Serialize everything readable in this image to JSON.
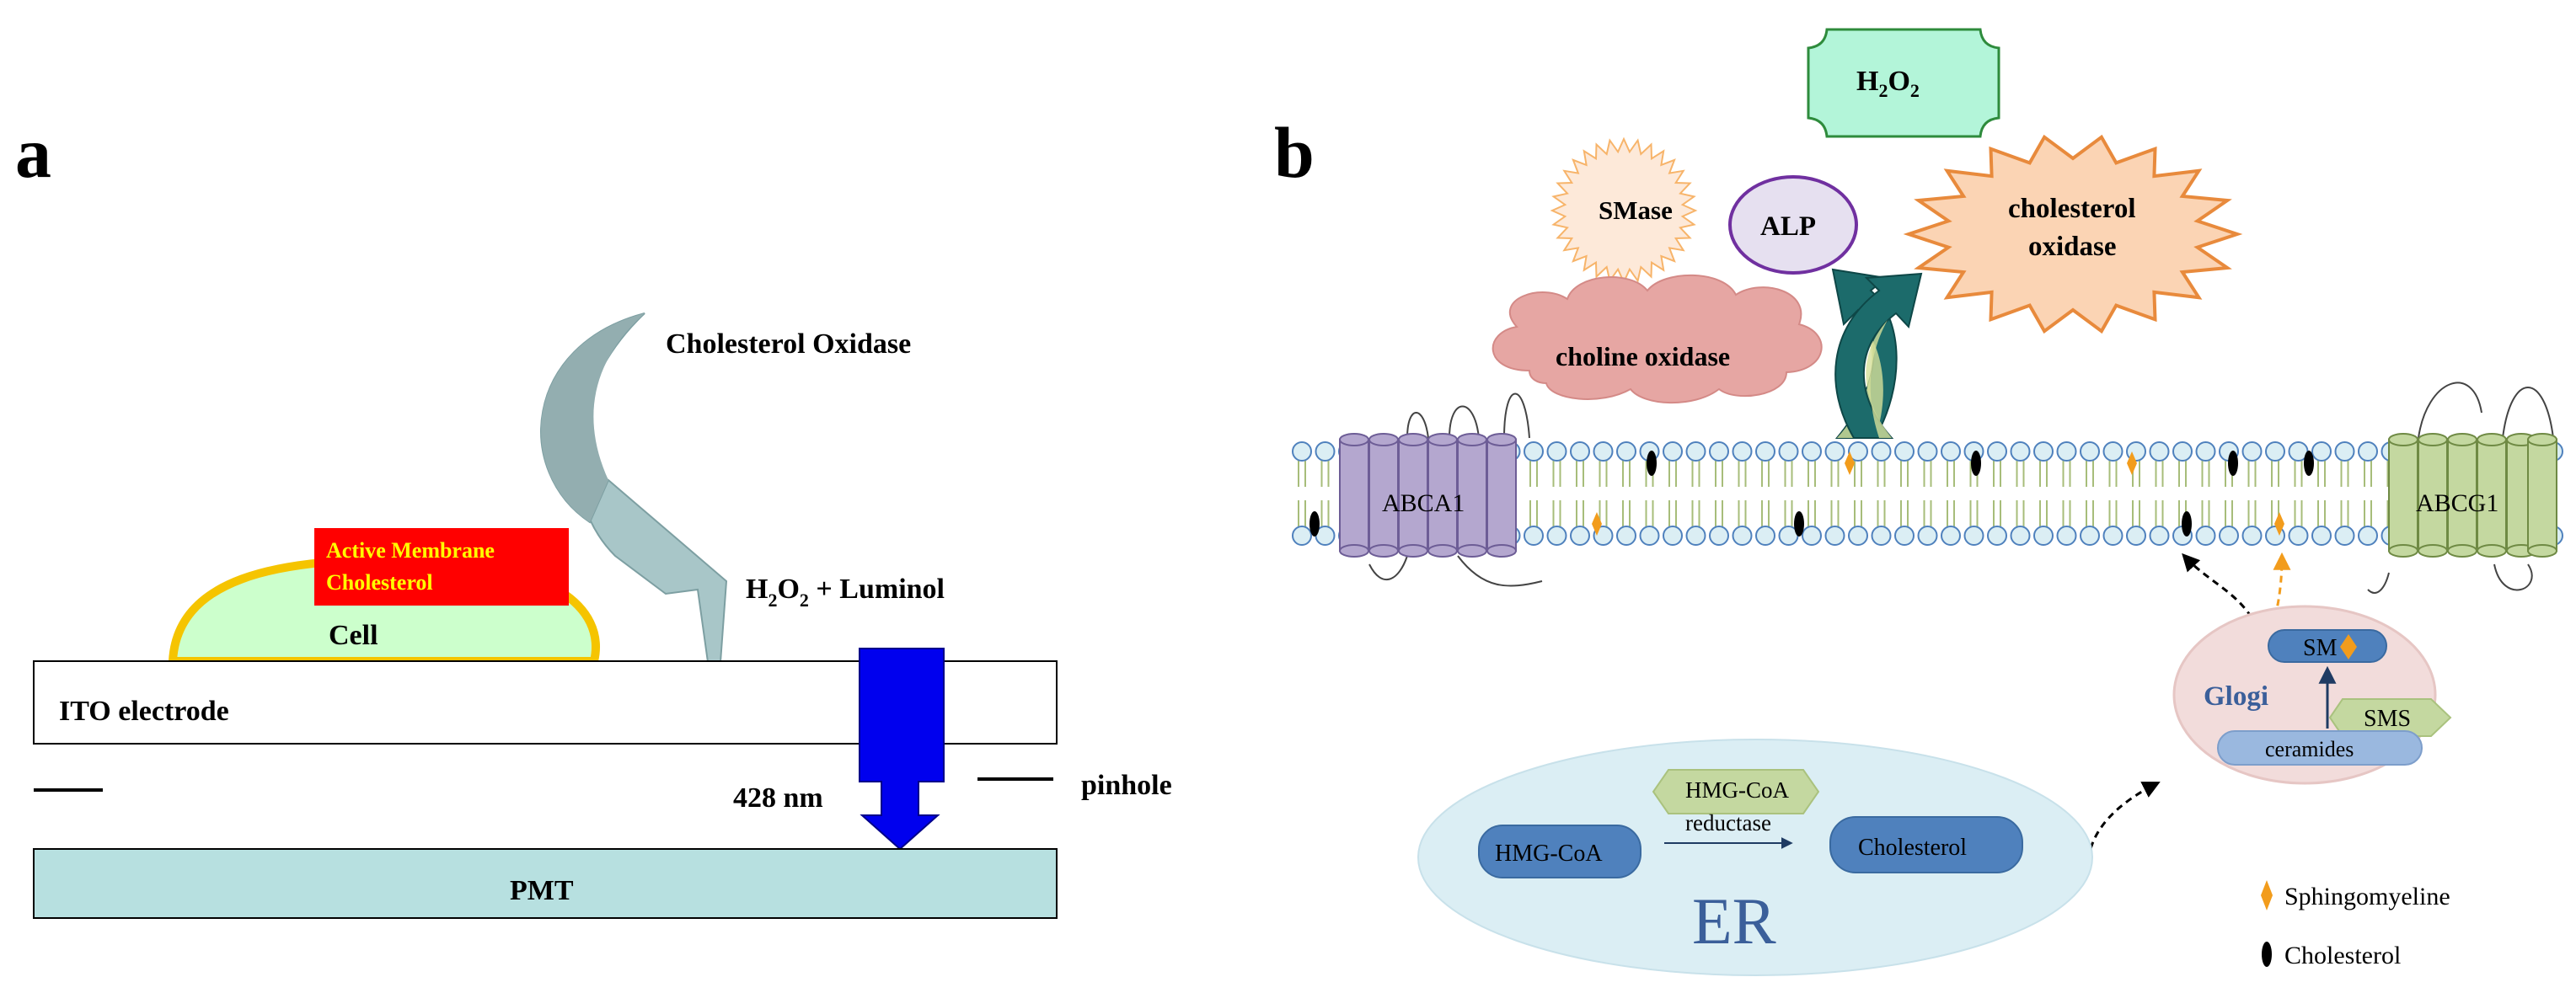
{
  "panel_a": {
    "label": "a",
    "oxidase_label": "Cholesterol Oxidase",
    "membrane_label_line1": "Active Membrane",
    "membrane_label_line2": "Cholesterol",
    "cell_label": "Cell",
    "product_h": "H",
    "product_sub2": "2",
    "product_o": "O",
    "product_rest": " + Luminol",
    "electrode_label": "ITO electrode",
    "wavelength_label": "428 nm",
    "pinhole_label": "pinhole",
    "pmt_label": "PMT"
  },
  "panel_b": {
    "label": "b",
    "h2o2_h": "H",
    "h2o2_sub": "2",
    "h2o2_o": "O",
    "smase_label": "SMase",
    "alp_label": "ALP",
    "cholox_line1": "cholesterol",
    "cholox_line2": "oxidase",
    "choline_label": "choline oxidase",
    "abca1_label": "ABCA1",
    "abcg1_label": "ABCG1",
    "golgi_label": "Glogi",
    "sm_label": "SM",
    "sms_label": "SMS",
    "ceramides_label": "ceramides",
    "hmgcoa_reductase_line1": "HMG-CoA",
    "hmgcoa_reductase_line2": "reductase",
    "hmgcoa_label": "HMG-CoA",
    "cholesterol_box_label": "Cholesterol",
    "er_label": "ER",
    "legend_sphingomyeline": "Sphingomyeline",
    "legend_cholesterol": "Cholesterol"
  },
  "colors": {
    "membrane_red": "#ff0000",
    "cell_green": "#ccffcc",
    "cell_outline": "#f5c400",
    "pmt_teal": "#b7e0e0",
    "detector_blue": "#0000ee",
    "h2o2_fill": "#b3f5d9",
    "h2o2_stroke": "#2e8b3c",
    "smase_fill": "#fde9d9",
    "alp_fill": "#e6e0f0",
    "alp_stroke": "#7030a0",
    "cholox_fill": "#fbd4b4",
    "cholox_stroke": "#e88a3c",
    "choline_fill": "#e6a6a3",
    "abca1_fill": "#b4a7cf",
    "abcg1_fill": "#c4d8a0",
    "golgi_fill": "#f2dcdb",
    "er_fill": "#dbeef4",
    "protein_blue": "#4f81bd",
    "arrow_teal": "#1c6b6b",
    "sphingomyeline_orange": "#f29c1c",
    "cholesterol_black": "#000000"
  }
}
